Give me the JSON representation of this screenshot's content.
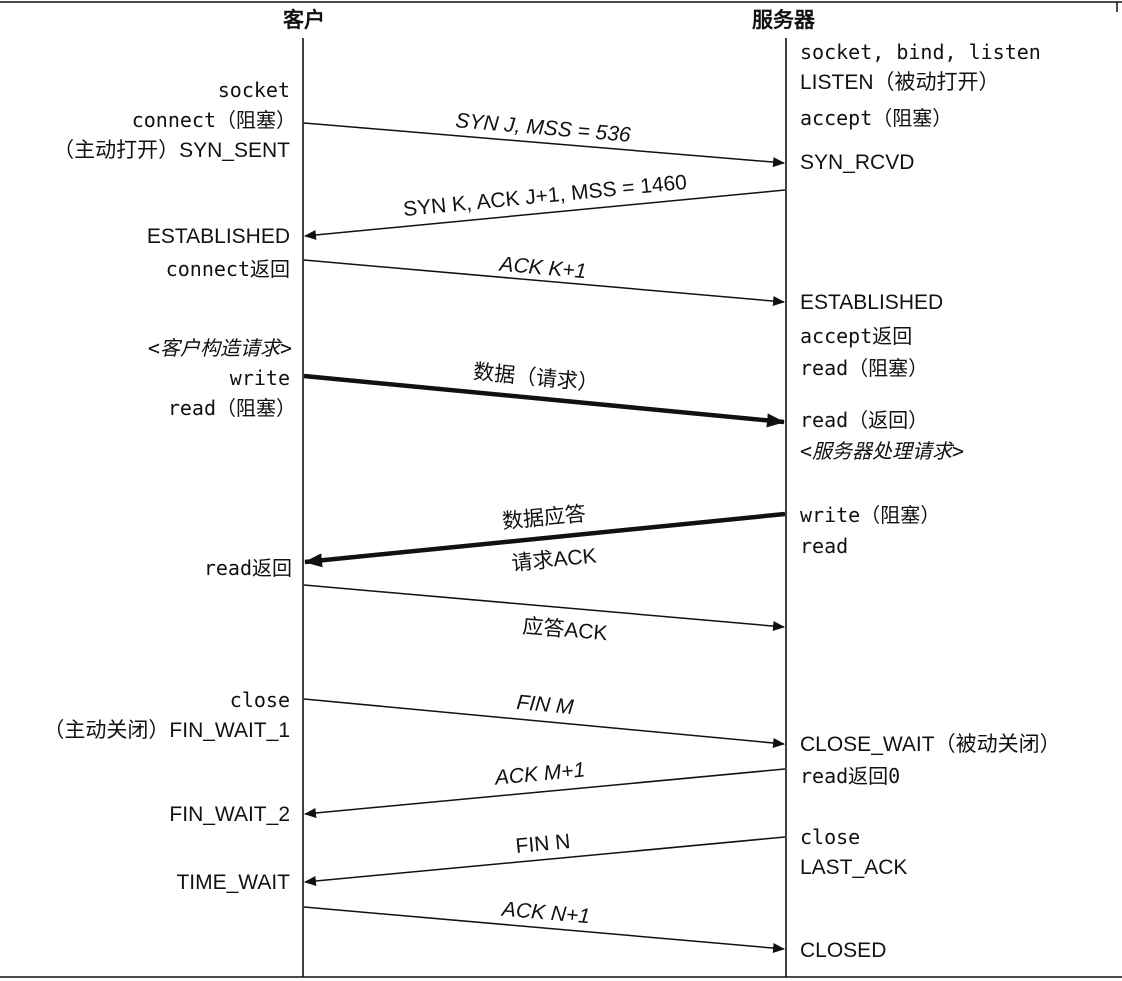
{
  "headers": {
    "client": "客户",
    "server": "服务器"
  },
  "client": {
    "socket": "socket",
    "connect_block": "connect（阻塞）",
    "syn_sent": "（主动打开）SYN_SENT",
    "established": "ESTABLISHED",
    "connect_return": "connect返回",
    "build_request": "<客户构造请求>",
    "write": "write",
    "read_block": "read（阻塞）",
    "read_return": "read返回",
    "close": "close",
    "fin_wait_1": "（主动关闭）FIN_WAIT_1",
    "fin_wait_2": "FIN_WAIT_2",
    "time_wait": "TIME_WAIT"
  },
  "server": {
    "socket_bind_listen": "socket, bind, listen",
    "listen": "LISTEN（被动打开）",
    "accept_block": "accept（阻塞）",
    "syn_rcvd": "SYN_RCVD",
    "established": "ESTABLISHED",
    "accept_return": "accept返回",
    "read_block": "read（阻塞）",
    "read_return": "read（返回）",
    "process_request": "<服务器处理请求>",
    "write_block": "write（阻塞）",
    "read": "read",
    "close_wait": "CLOSE_WAIT（被动关闭）",
    "read_return_0": "read返回0",
    "close": "close",
    "last_ack": "LAST_ACK",
    "closed": "CLOSED"
  },
  "messages": {
    "syn": "SYN J, MSS = 536",
    "syn_ack": "SYN K, ACK J+1, MSS = 1460",
    "ack": "ACK K+1",
    "request": "数据（请求）",
    "reply": "数据应答",
    "request_ack": "请求ACK",
    "reply_ack": "应答ACK",
    "fin_m": "FIN M",
    "ack_m": "ACK M+1",
    "fin_n": "FIN N",
    "ack_n": "ACK N+1"
  },
  "colors": {
    "line": "#111111",
    "background": "#ffffff"
  }
}
